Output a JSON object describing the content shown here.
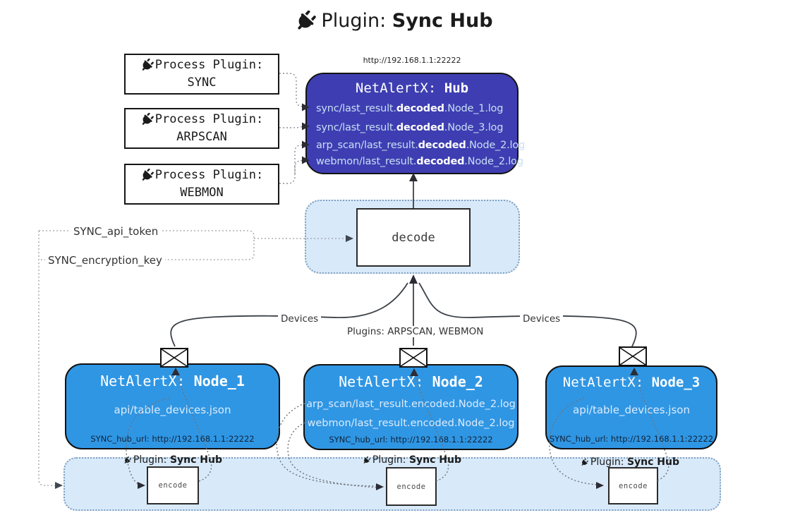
{
  "title": {
    "prefix": "Plugin: ",
    "name": "Sync Hub"
  },
  "hub": {
    "url": "http://192.168.1.1:22222",
    "name_prefix": "NetAlertX: ",
    "name": "Hub",
    "logs": [
      {
        "pre": "sync/last_result.",
        "bold": "decoded",
        "post": ".Node_1.log"
      },
      {
        "pre": "sync/last_result.",
        "bold": "decoded",
        "post": ".Node_3.log"
      },
      {
        "pre": "arp_scan/last_result.",
        "bold": "decoded",
        "post": ".Node_2.log"
      },
      {
        "pre": "webmon/last_result.",
        "bold": "decoded",
        "post": ".Node_2.log"
      }
    ]
  },
  "process_plugins": [
    {
      "label": "Process Plugin:",
      "name": "SYNC"
    },
    {
      "label": "Process Plugin:",
      "name": "ARPSCAN"
    },
    {
      "label": "Process Plugin:",
      "name": "WEBMON"
    }
  ],
  "decode": {
    "label": "decode"
  },
  "settings": {
    "api_token": "SYNC_api_token",
    "encryption_key": "SYNC_encryption_key"
  },
  "edges": {
    "devices_left": "Devices",
    "plugins_center": "Plugins: ARPSCAN, WEBMON",
    "devices_right": "Devices"
  },
  "nodes": [
    {
      "name_prefix": "NetAlertX: ",
      "name": "Node_1",
      "files": [
        "api/table_devices.json"
      ],
      "hub_url": "SYNC_hub_url: http://192.168.1.1:22222"
    },
    {
      "name_prefix": "NetAlertX: ",
      "name": "Node_2",
      "files": [
        "arp_scan/last_result.encoded.Node_2.log",
        "webmon/last_result.encoded.Node_2.log"
      ],
      "hub_url": "SYNC_hub_url: http://192.168.1.1:22222"
    },
    {
      "name_prefix": "NetAlertX: ",
      "name": "Node_3",
      "files": [
        "api/table_devices.json"
      ],
      "hub_url": "SYNC_hub_url: http://192.168.1.1:22222"
    }
  ],
  "encoders": [
    {
      "plugin_prefix": "Plugin: ",
      "plugin_name": "Sync Hub",
      "label": "encode"
    },
    {
      "plugin_prefix": "Plugin: ",
      "plugin_name": "Sync Hub",
      "label": "encode"
    },
    {
      "plugin_prefix": "Plugin: ",
      "plugin_name": "Sync Hub",
      "label": "encode"
    }
  ],
  "colors": {
    "hub_bg": "#3e3eb2",
    "node_bg": "#2f96e4",
    "panel_bg": "#d8e9f9",
    "panel_border": "#7fa0c0"
  }
}
